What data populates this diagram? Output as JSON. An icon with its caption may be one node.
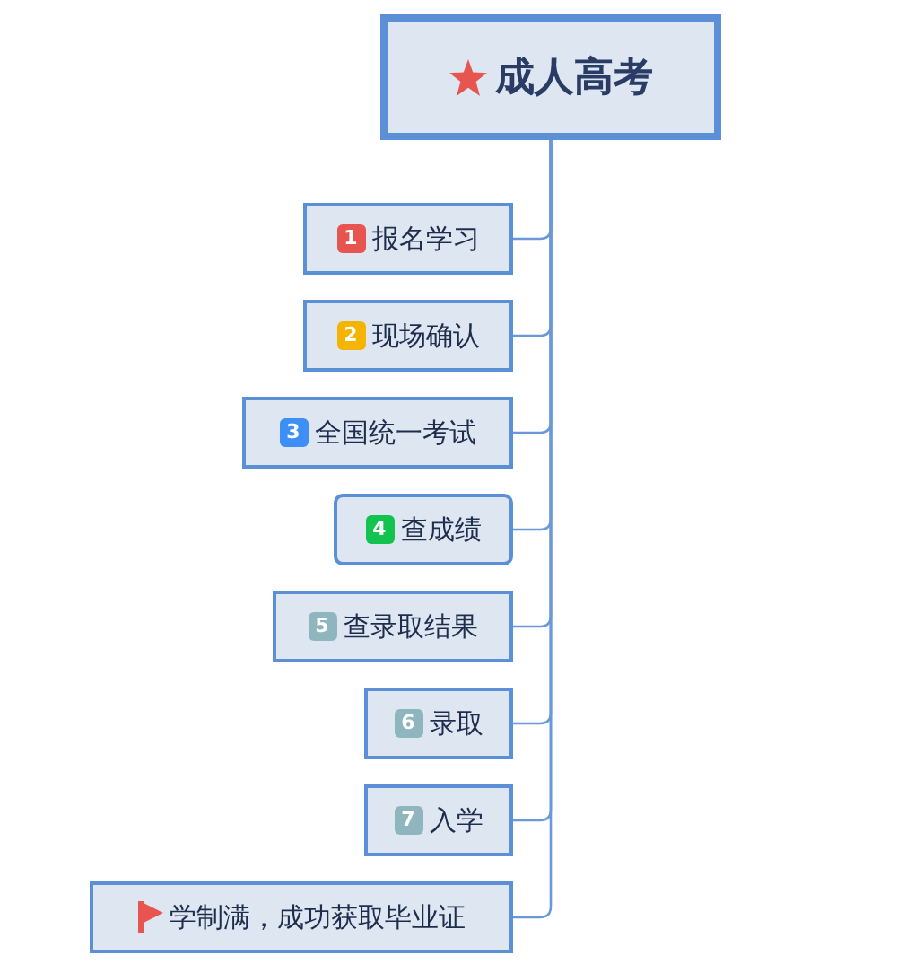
{
  "diagram": {
    "nodes": [
      {
        "text": [
          "成人高考"
        ]
      },
      {
        "text": [
          "1",
          "报名学习"
        ]
      },
      {
        "text": [
          "2",
          "现场确认"
        ]
      },
      {
        "text": [
          "3",
          "全国统一考试"
        ]
      },
      {
        "text": [
          "4",
          "查成绩"
        ]
      },
      {
        "text": [
          "5",
          "查录取结果"
        ]
      },
      {
        "text": [
          "6",
          "录取"
        ]
      },
      {
        "text": [
          "7",
          "入学"
        ]
      },
      {
        "text": [
          "学制满，成功获取毕业证"
        ]
      }
    ],
    "edges": [
      {
        "from": 0,
        "to": 1,
        "arrow": "none"
      },
      {
        "from": 0,
        "to": 2,
        "arrow": "none"
      },
      {
        "from": 0,
        "to": 3,
        "arrow": "none"
      },
      {
        "from": 0,
        "to": 4,
        "arrow": "none"
      },
      {
        "from": 0,
        "to": 5,
        "arrow": "none"
      },
      {
        "from": 0,
        "to": 6,
        "arrow": "none"
      },
      {
        "from": 0,
        "to": 7,
        "arrow": "none"
      },
      {
        "from": 0,
        "to": 8,
        "arrow": "none"
      }
    ]
  }
}
